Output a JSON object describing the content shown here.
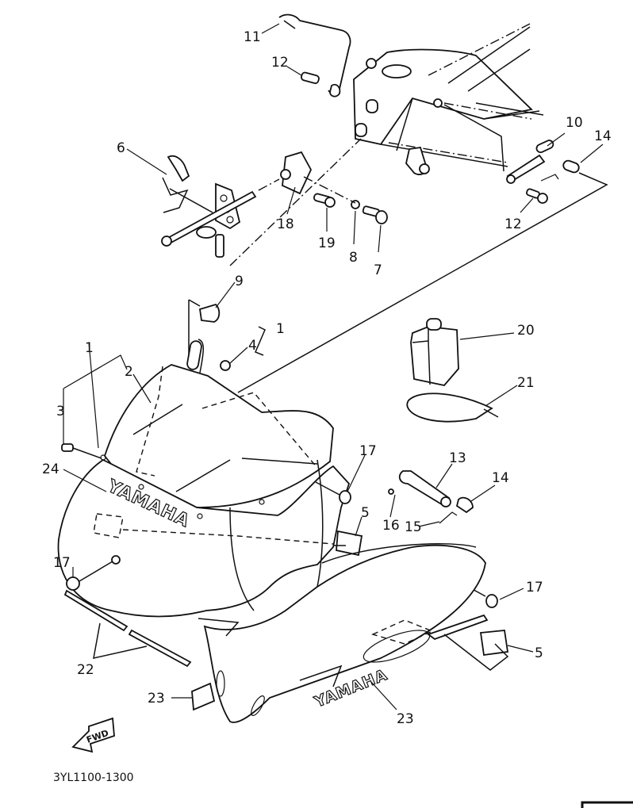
{
  "diagram": {
    "title": "Cowling / Windshield Parts Exploded View",
    "drawing_code": "3YL1100-1300",
    "direction_marker": "FWD",
    "brand_decal_text": "YAMAHA",
    "callouts": [
      {
        "id": "c11",
        "label": "11",
        "part": "stay"
      },
      {
        "id": "c12a",
        "label": "12",
        "part": "bolt"
      },
      {
        "id": "c6",
        "label": "6",
        "part": "headlight bracket"
      },
      {
        "id": "c18",
        "label": "18",
        "part": "bracket"
      },
      {
        "id": "c19",
        "label": "19",
        "part": "bolt"
      },
      {
        "id": "c8",
        "label": "8",
        "part": "washer"
      },
      {
        "id": "c7",
        "label": "7",
        "part": "bolt"
      },
      {
        "id": "c10",
        "label": "10",
        "part": "bracket"
      },
      {
        "id": "c14a",
        "label": "14",
        "part": "clamp"
      },
      {
        "id": "c12b",
        "label": "12",
        "part": "bolt"
      },
      {
        "id": "c9",
        "label": "9",
        "part": "nut"
      },
      {
        "id": "c1a",
        "label": "1",
        "part": "cowling assy"
      },
      {
        "id": "c4",
        "label": "4",
        "part": "nut"
      },
      {
        "id": "c1b",
        "label": "1",
        "part": "cowling assy"
      },
      {
        "id": "c2",
        "label": "2",
        "part": "windshield"
      },
      {
        "id": "c3",
        "label": "3",
        "part": "screw"
      },
      {
        "id": "c24",
        "label": "24",
        "part": "emblem"
      },
      {
        "id": "c20",
        "label": "20",
        "part": "tank"
      },
      {
        "id": "c21",
        "label": "21",
        "part": "band"
      },
      {
        "id": "c17a",
        "label": "17",
        "part": "fastener"
      },
      {
        "id": "c13",
        "label": "13",
        "part": "stay"
      },
      {
        "id": "c14b",
        "label": "14",
        "part": "clamp"
      },
      {
        "id": "c16",
        "label": "16",
        "part": "clip"
      },
      {
        "id": "c15",
        "label": "15",
        "part": "pin"
      },
      {
        "id": "c5a",
        "label": "5",
        "part": "damper"
      },
      {
        "id": "c17b",
        "label": "17",
        "part": "fastener"
      },
      {
        "id": "c17c",
        "label": "17",
        "part": "fastener"
      },
      {
        "id": "c5b",
        "label": "5",
        "part": "damper"
      },
      {
        "id": "c22",
        "label": "22",
        "part": "molding"
      },
      {
        "id": "c23a",
        "label": "23",
        "part": "graphic"
      },
      {
        "id": "c23b",
        "label": "23",
        "part": "graphic"
      }
    ]
  }
}
